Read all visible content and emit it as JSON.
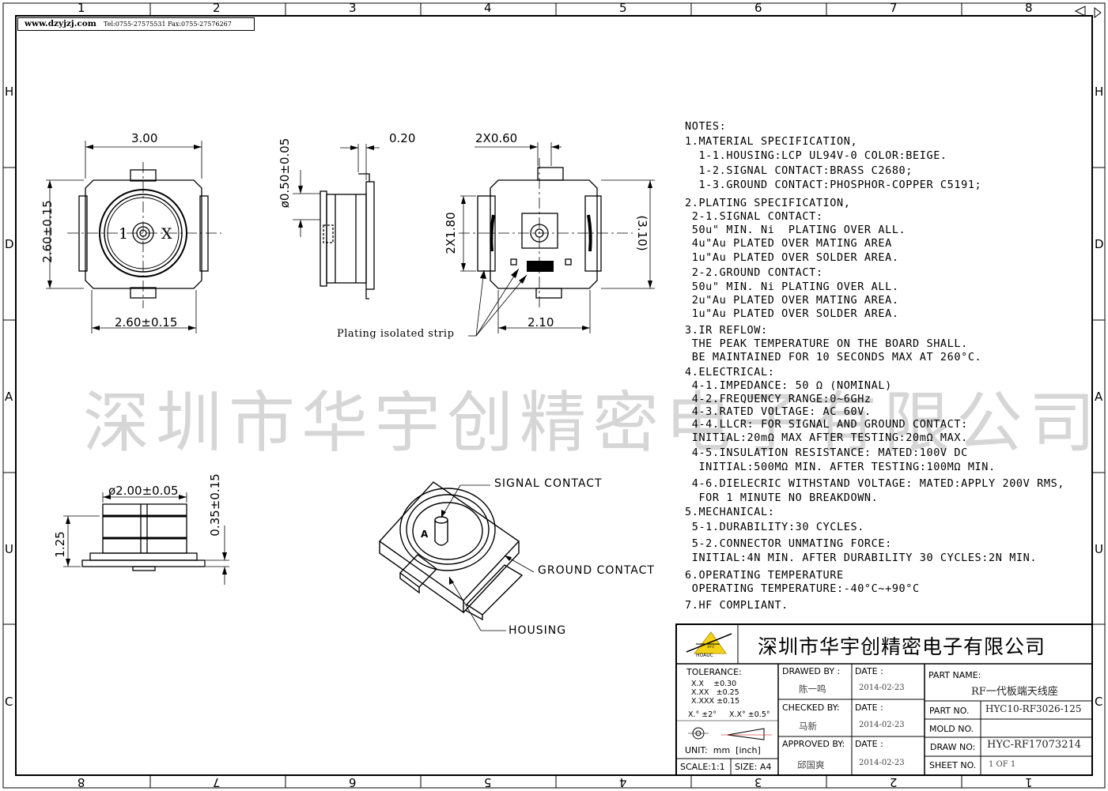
{
  "border": {
    "top_numbers": [
      "1",
      "2",
      "3",
      "4",
      "5",
      "6",
      "7",
      "8"
    ],
    "bottom_numbers": [
      "8",
      "7",
      "6",
      "5",
      "4",
      "3",
      "2",
      "1"
    ],
    "left_letters": [
      "H",
      "D",
      "A",
      "U",
      "C"
    ],
    "right_letters": [
      "H",
      "D",
      "A",
      "U",
      "C"
    ]
  },
  "header_banner": {
    "site": "www.dzyjzj.com",
    "contact": "Tel:0755-27575531  Fax:0755-27576267"
  },
  "watermark": "深圳市华宇创精密电子有限公司",
  "views": {
    "top_view": {
      "width_label": "3.00",
      "height_label": "2.60±0.15",
      "base_label": "2.60±0.15",
      "marker_1": "1",
      "marker_x": "X"
    },
    "side_view": {
      "dia_label": "ø0.50±0.05",
      "thk_label": "0.20"
    },
    "bottom_view": {
      "pitch_label": "2X0.60",
      "span_label": "2X1.80",
      "ref_label": "(3.10)",
      "base_label": "2.10",
      "strip_label": "Plating isolated strip"
    },
    "front_view": {
      "dia_label": "ø2.00±0.05",
      "height_label": "1.25",
      "offset_label": "0.35±0.15"
    },
    "iso_view": {
      "signal": "SIGNAL CONTACT",
      "ground": "GROUND CONTACT",
      "housing": "HOUSING",
      "pin_marker": "A"
    }
  },
  "notes": [
    "NOTES:",
    "1.MATERIAL SPECIFICATION,",
    "  1-1.HOUSING:LCP UL94V-0 COLOR:BEIGE.",
    "  1-2.SIGNAL CONTACT:BRASS C2680;",
    "  1-3.GROUND CONTACT:PHOSPHOR-COPPER C5191;",
    "2.PLATING SPECIFICATION,",
    " 2-1.SIGNAL CONTACT:",
    " 50u\" MIN. Ni  PLATING OVER ALL.",
    " 4u\"Au PLATED OVER MATING AREA",
    " 1u\"Au PLATED OVER SOLDER AREA.",
    " 2-2.GROUND CONTACT:",
    " 50u\" MIN. Ni PLATING OVER ALL.",
    " 2u\"Au PLATED OVER MATING AREA.",
    " 1u\"Au PLATED OVER SOLDER AREA.",
    "3.IR REFLOW:",
    " THE PEAK TEMPERATURE ON THE BOARD SHALL.",
    " BE MAINTAINED FOR 10 SECONDS MAX AT 260°C.",
    "4.ELECTRICAL:",
    " 4-1.IMPEDANCE: 50 Ω (NOMINAL)",
    " 4-2.FREQUENCY RANGE:0~6GHz",
    " 4-3.RATED VOLTAGE: AC 60V.",
    " 4-4.LLCR: FOR SIGNAL AND GROUND CONTACT:",
    " INITIAL:20mΩ MAX AFTER TESTING:20mΩ MAX.",
    " 4-5.INSULATION RESISTANCE: MATED:100V DC",
    "  INITIAL:500MΩ MIN. AFTER TESTING:100MΩ MIN.",
    " 4-6.DIELECRIC WITHSTAND VOLTAGE: MATED:APPLY 200V RMS,",
    "  FOR 1 MINUTE NO BREAKDOWN.",
    "5.MECHANICAL:",
    " 5-1.DURABILITY:30 CYCLES.",
    " 5-2.CONNECTOR UNMATING FORCE:",
    " INITIAL:4N MIN. AFTER DURABILITY 30 CYCLES:2N MIN.",
    "6.OPERATING TEMPERATURE",
    " OPERATING TEMPERATURE:-40°C~+90°C",
    "7.HF COMPLIANT."
  ],
  "title_block": {
    "company": "深圳市华宇创精密电子有限公司",
    "logo_text": "HOAUC",
    "tolerance_title": "TOLERANCE:",
    "tol_x": "X.X    ±0.30",
    "tol_xx": "X.XX   ±0.25",
    "tol_xxx": "X.XXX ±0.15",
    "angle_1": "X.° ±2°",
    "angle_2": "X.X° ±0.5°",
    "unit": "UNIT:  mm  [inch]",
    "scale": "SCALE:1:1",
    "size": "SIZE: A4",
    "drawn_by_label": "DRAWED BY :",
    "drawn_by": "陈一鸣",
    "checked_by_label": "CHECKED BY:",
    "checked_by": "马新",
    "approved_by_label": "APPROVED BY:",
    "approved_by": "邱国爽",
    "date_label": "DATE :",
    "date_1": "2014-02-23",
    "date_2": "2014-02-23",
    "date_3": "2014-02-23",
    "part_name_label": "PART NAME:",
    "part_name": "RF一代板端天线座",
    "part_no_label": "PART NO.",
    "part_no": "HYC10-RF3026-125",
    "mold_no_label": "MOLD NO.",
    "mold_no": "",
    "draw_no_label": "DRAW NO:",
    "draw_no": "HYC-RF17073214",
    "sheet_no_label": "SHEET NO.",
    "sheet_no": "1 OF 1"
  }
}
